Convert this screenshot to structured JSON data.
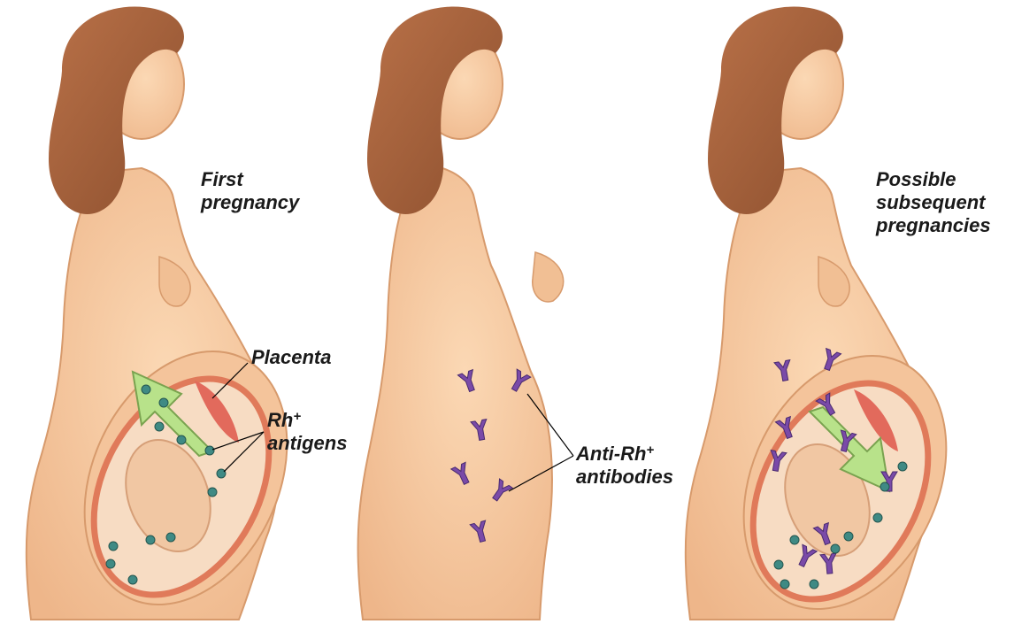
{
  "panels": [
    {
      "caption_lines": [
        "First",
        "pregnancy"
      ]
    },
    {
      "caption_lines": []
    },
    {
      "caption_lines": [
        "Possible",
        "subsequent",
        "pregnancies"
      ]
    }
  ],
  "labels": {
    "placenta": "Placenta",
    "rh_antigens_main": "Rh",
    "rh_antigens_sup": "+",
    "rh_antigens_word": "antigens",
    "anti_rh_main": "Anti-Rh",
    "anti_rh_sup": "+",
    "anti_rh_word": "antibodies"
  },
  "colors": {
    "skin": "#f6c9a0",
    "skin_shadow": "#e7a97c",
    "hair": "#a9663f",
    "uterus": "#e58a6a",
    "amniotic": "#f7dcc3",
    "antigen": "#3f8a84",
    "antibody": "#7a4aa8",
    "arrow": "#b8e28a"
  }
}
